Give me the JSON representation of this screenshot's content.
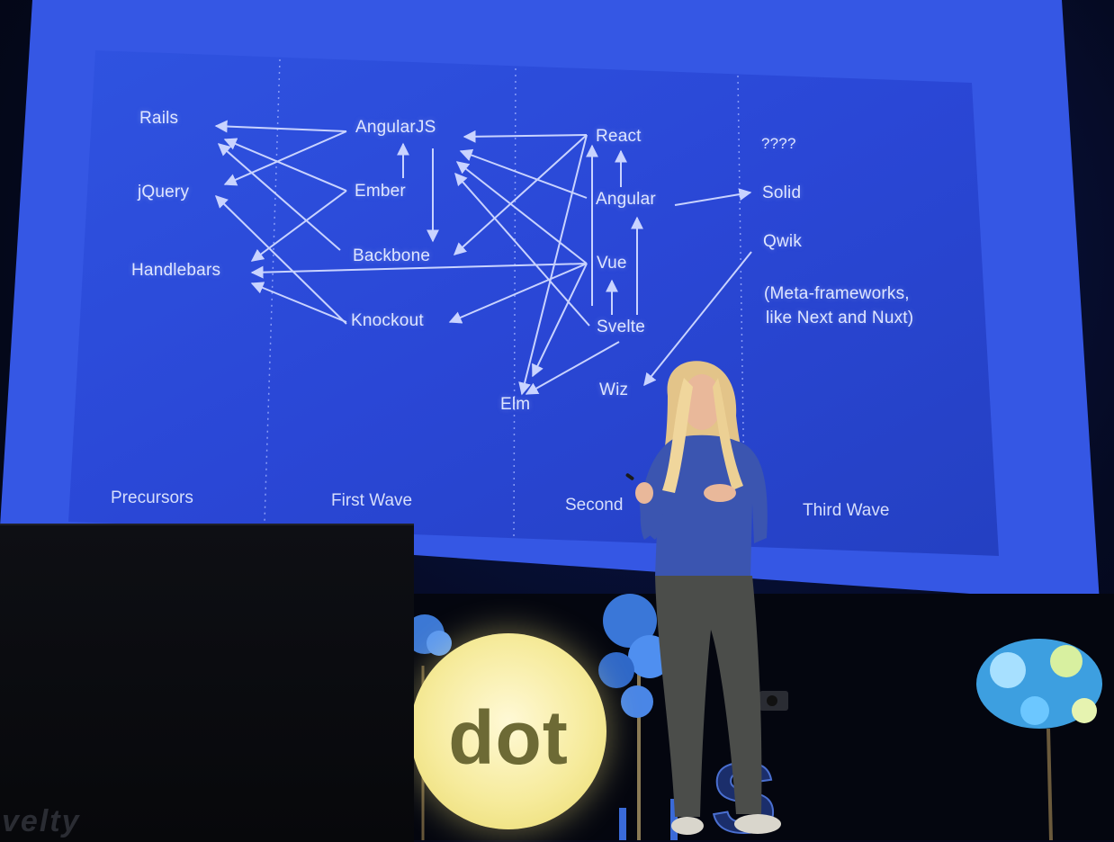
{
  "slide": {
    "nodes": [
      {
        "id": "rails",
        "label": "Rails"
      },
      {
        "id": "jquery",
        "label": "jQuery"
      },
      {
        "id": "handlebars",
        "label": "Handlebars"
      },
      {
        "id": "angularjs",
        "label": "AngularJS"
      },
      {
        "id": "ember",
        "label": "Ember"
      },
      {
        "id": "backbone",
        "label": "Backbone"
      },
      {
        "id": "knockout",
        "label": "Knockout"
      },
      {
        "id": "react",
        "label": "React"
      },
      {
        "id": "angular",
        "label": "Angular"
      },
      {
        "id": "vue",
        "label": "Vue"
      },
      {
        "id": "svelte",
        "label": "Svelte"
      },
      {
        "id": "elm",
        "label": "Elm"
      },
      {
        "id": "wiz",
        "label": "Wiz"
      },
      {
        "id": "unknown",
        "label": "????"
      },
      {
        "id": "solid",
        "label": "Solid"
      },
      {
        "id": "qwik",
        "label": "Qwik"
      },
      {
        "id": "meta1",
        "label": "(Meta-frameworks,"
      },
      {
        "id": "meta2",
        "label": "like Next and Nuxt)"
      }
    ],
    "waves": [
      "Precursors",
      "First Wave",
      "Second",
      "Third Wave"
    ]
  },
  "stage": {
    "logo_text": "dot",
    "monitor_text": "velty"
  },
  "colors": {
    "slide_bg": "#2a48d8",
    "slide_text": "#dfe6ff",
    "arrow": "#c9d3ff",
    "logo_fill": "#f6eb9c"
  }
}
